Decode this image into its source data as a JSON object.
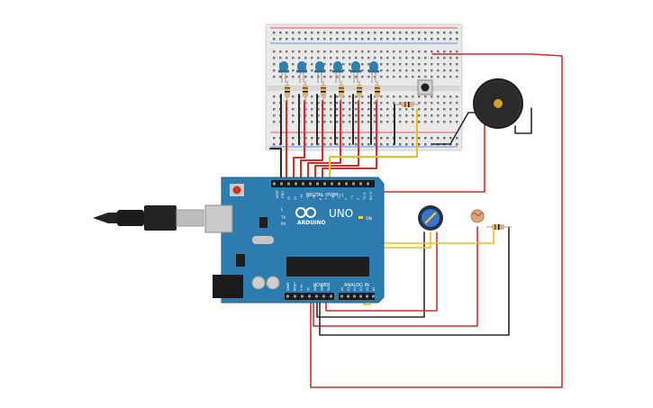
{
  "board": {
    "brand": "ARDUINO",
    "model": "UNO",
    "digital_header_label": "DIGITAL (PWM~)",
    "power_header_label": "POWER",
    "analog_header_label": "ANALOG IN",
    "on_label": "ON",
    "tx_label": "TX",
    "rx_label": "RX",
    "l_label": "L",
    "aref_label": "AREF",
    "gnd_label": "GND",
    "digital_pins": [
      "13",
      "12",
      "~11",
      "~10",
      "~9",
      "8",
      "7",
      "~6",
      "~5",
      "4",
      "~3",
      "2",
      "TX→1",
      "RX←0"
    ],
    "power_pins": [
      "IOREF",
      "RESET",
      "3.3V",
      "5V",
      "GND",
      "GND",
      "Vin"
    ],
    "analog_pins": [
      "A0",
      "A1",
      "A2",
      "A3",
      "A4",
      "A5"
    ]
  },
  "components": {
    "leds": 6,
    "led_color": "#2f7fb0",
    "resistors": 8,
    "pushbuttons": 1,
    "buzzers": 1,
    "potentiometers": 1,
    "photoresistors": 1,
    "usb_cables": 1
  },
  "colors": {
    "board": "#2c7cb0",
    "wire_red": "#d62c2c",
    "wire_black": "#2b2b2b",
    "wire_yellow": "#e8c21c",
    "breadboard": "#e8e8e8"
  }
}
